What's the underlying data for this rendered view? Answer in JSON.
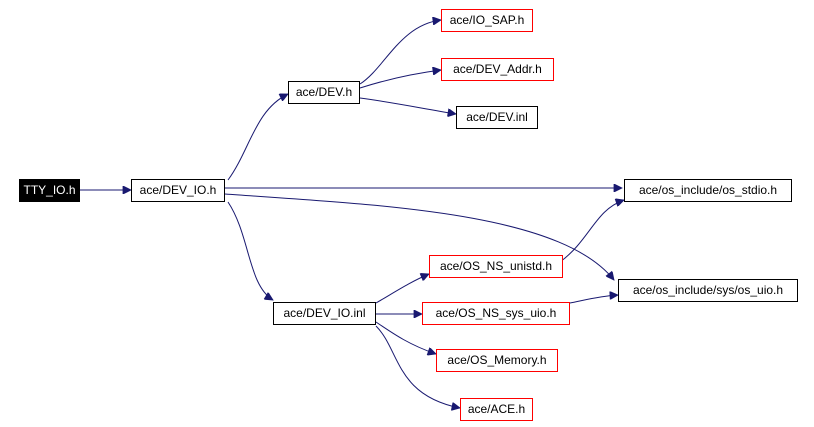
{
  "graph": {
    "nodes": {
      "tty_io_h": "TTY_IO.h",
      "dev_io_h": "ace/DEV_IO.h",
      "dev_h": "ace/DEV.h",
      "io_sap_h": "ace/IO_SAP.h",
      "dev_addr_h": "ace/DEV_Addr.h",
      "dev_inl": "ace/DEV.inl",
      "os_stdio_h": "ace/os_include/os_stdio.h",
      "os_ns_unistd_h": "ace/OS_NS_unistd.h",
      "os_uio_h": "ace/os_include/sys/os_uio.h",
      "dev_io_inl": "ace/DEV_IO.inl",
      "os_ns_sys_uio_h": "ace/OS_NS_sys_uio.h",
      "os_memory_h": "ace/OS_Memory.h",
      "ace_h": "ace/ACE.h"
    }
  },
  "colors": {
    "edge": "#191970",
    "node_border": "#000000",
    "external_node_border": "#ff0000",
    "root_fill": "#000000",
    "root_text": "#ffffff"
  }
}
